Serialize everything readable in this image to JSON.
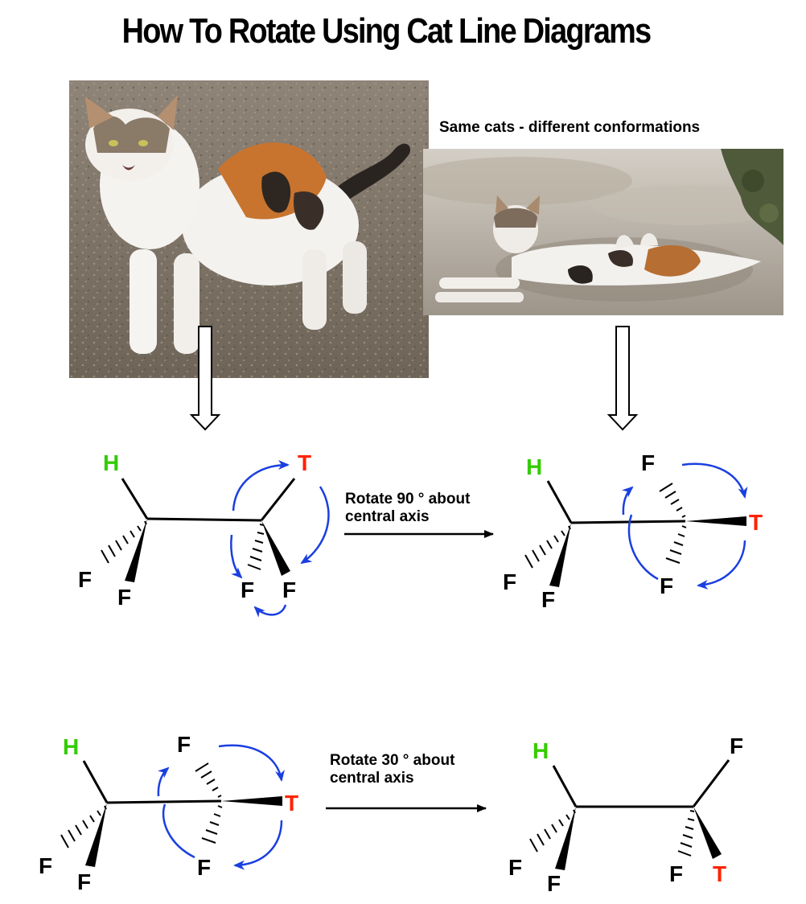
{
  "title": "How To Rotate Using Cat Line Diagrams",
  "caption": "Same cats - different conformations",
  "step1": {
    "rotation_label_line1": "Rotate 90 ° about",
    "rotation_label_line2": "central axis"
  },
  "step2": {
    "rotation_label_line1": "Rotate 30 ° about",
    "rotation_label_line2": "central axis"
  },
  "atoms": {
    "h": "H",
    "f": "F",
    "t": "T"
  },
  "colors": {
    "hydrogen": "#33cc00",
    "tail": "#ff2200",
    "rotation_arrow": "#1a3fe0",
    "bond": "#000000"
  }
}
